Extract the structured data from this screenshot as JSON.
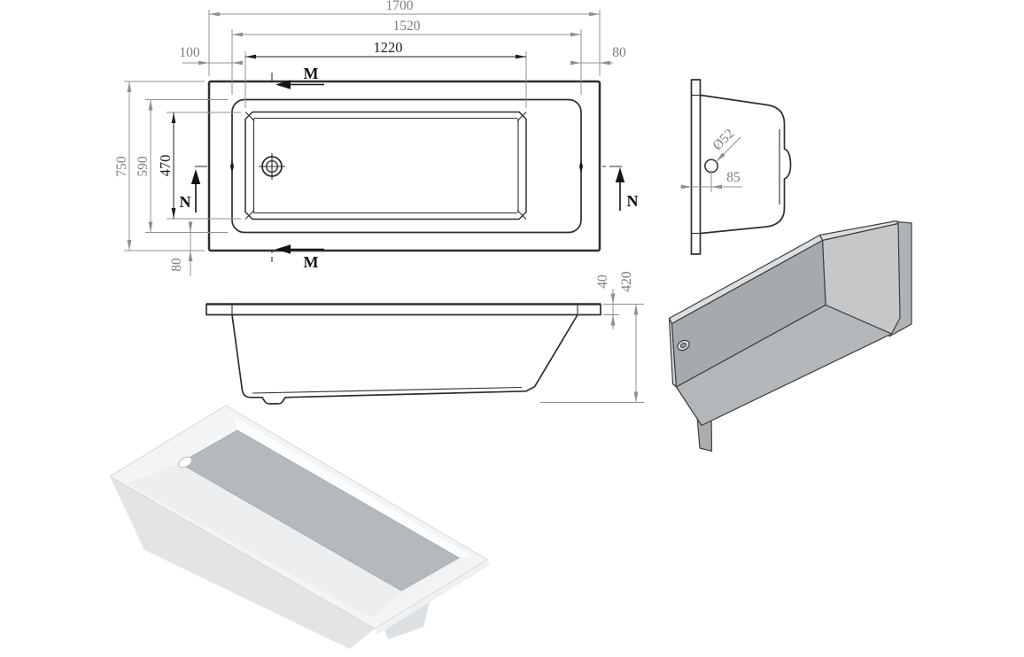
{
  "drawing_type": "bathtub technical drawing",
  "colors": {
    "background": "#ffffff",
    "object_line": "#2e2e2e",
    "dimension_line": "#909090",
    "dimension_text": "#7d7d7d",
    "emphasized_dimension_text": "#1e1e1e",
    "iso_grey": "#a7aaac",
    "render_floor_grey": "#b6b9bb"
  },
  "views": {
    "top": {
      "dims": {
        "overall_length": "1700",
        "shell_length": "1520",
        "bottom_length": "1220",
        "left_offset": "100",
        "right_offset": "80",
        "overall_width": "750",
        "shell_width": "590",
        "bottom_width": "470",
        "bottom_offset": "80"
      },
      "sections": {
        "m": "M",
        "n": "N"
      }
    },
    "end": {
      "dims": {
        "overflow_diameter": "Ø52",
        "overflow_offset": "85"
      }
    },
    "side": {
      "dims": {
        "rim_thickness": "40",
        "overall_height": "420"
      }
    }
  }
}
